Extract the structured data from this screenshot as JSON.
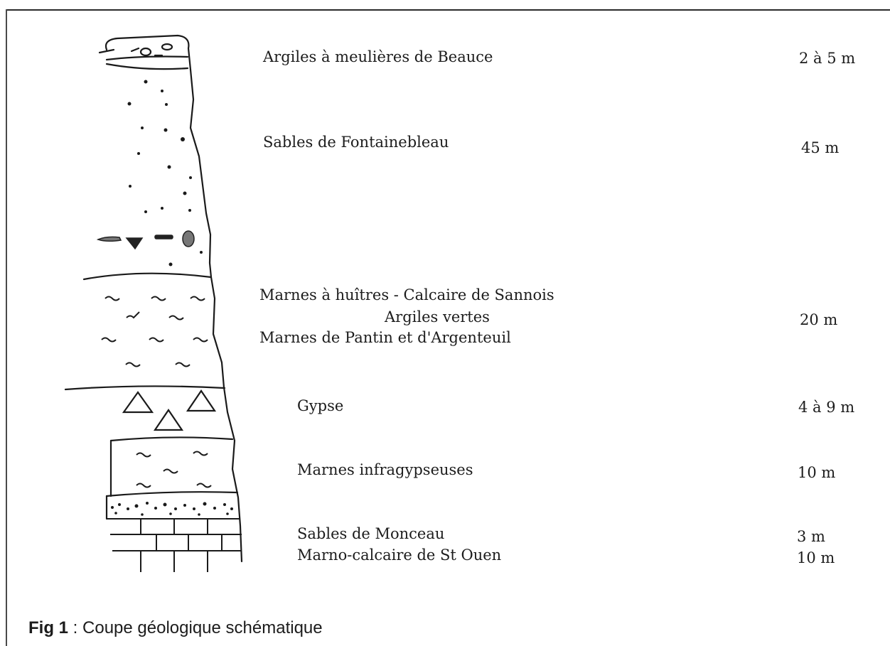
{
  "layers": [
    {
      "name": "Argiles à meulières de Beauce",
      "thickness": "2 à 5 m"
    },
    {
      "name": "Sables de Fontainebleau",
      "thickness": "45 m"
    },
    {
      "name_lines": [
        "Marnes à huîtres - Calcaire de Sannois",
        "Argiles vertes",
        "Marnes de Pantin et d'Argenteuil"
      ],
      "thickness": "20 m"
    },
    {
      "name": "Gypse",
      "thickness": "4 à 9 m"
    },
    {
      "name": "Marnes infragypseuses",
      "thickness": "10 m"
    },
    {
      "name": "Sables de Monceau",
      "thickness": "3 m"
    },
    {
      "name": "Marno-calcaire de St Ouen",
      "thickness": "10 m"
    }
  ],
  "caption": {
    "fig": "Fig 1",
    "sep": " : ",
    "text": "Coupe géologique schématique"
  }
}
